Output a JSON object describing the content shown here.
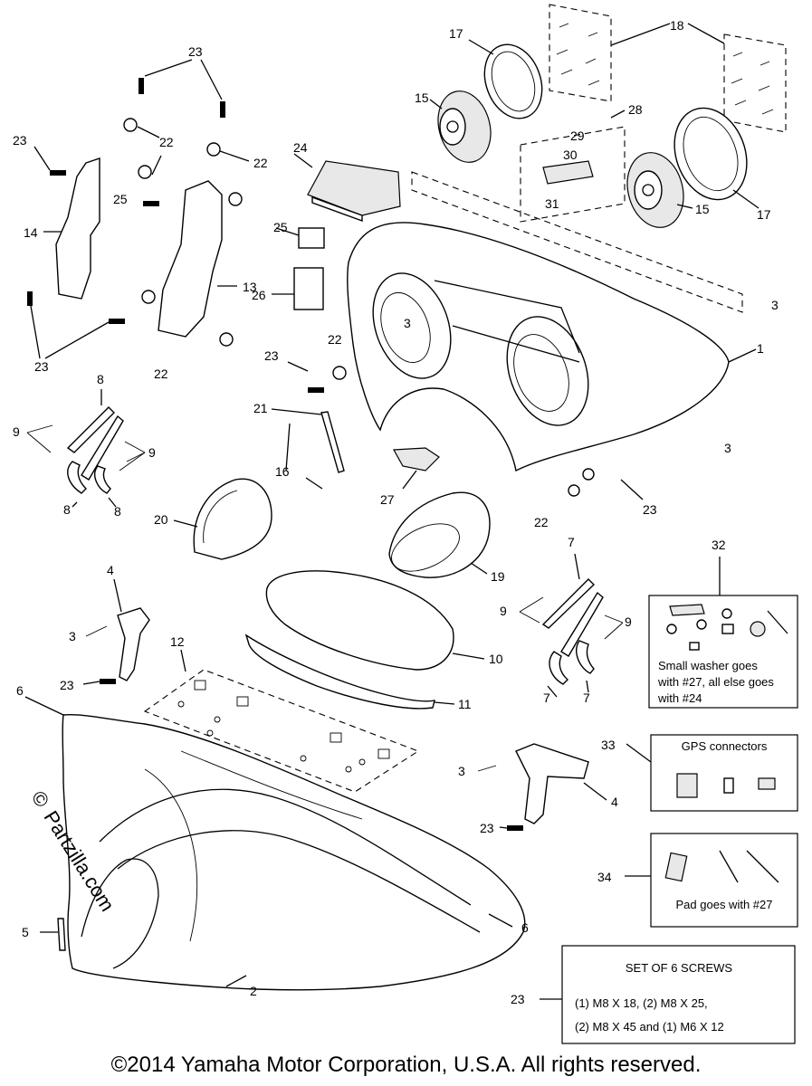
{
  "callouts": {
    "n1": "1",
    "n2": "2",
    "n3": "3",
    "n4": "4",
    "n5": "5",
    "n6": "6",
    "n7": "7",
    "n8": "8",
    "n9": "9",
    "n10": "10",
    "n11": "11",
    "n12": "12",
    "n13": "13",
    "n14": "14",
    "n15": "15",
    "n16": "16",
    "n17": "17",
    "n18": "18",
    "n19": "19",
    "n20": "20",
    "n21": "21",
    "n22": "22",
    "n23": "23",
    "n24": "24",
    "n25": "25",
    "n26": "26",
    "n27": "27",
    "n28": "28",
    "n29": "29",
    "n30": "30",
    "n31": "31",
    "n32": "32",
    "n33": "33",
    "n34": "34"
  },
  "kit32": {
    "line1": "Small washer goes",
    "line2": "with #27, all else goes",
    "line3": "with #24"
  },
  "kit33": {
    "label": "GPS connectors"
  },
  "kit34": {
    "label": "Pad goes with #27"
  },
  "screws23": {
    "title": "SET OF 6 SCREWS",
    "line1": "(1) M8 X 18, (2) M8 X 25,",
    "line2": "(2) M8 X 45 and (1) M6 X 12"
  },
  "watermark": {
    "symbol": "©",
    "text": "Partzilla.com"
  },
  "copyright": "©2014 Yamaha Motor Corporation, U.S.A. All rights reserved."
}
